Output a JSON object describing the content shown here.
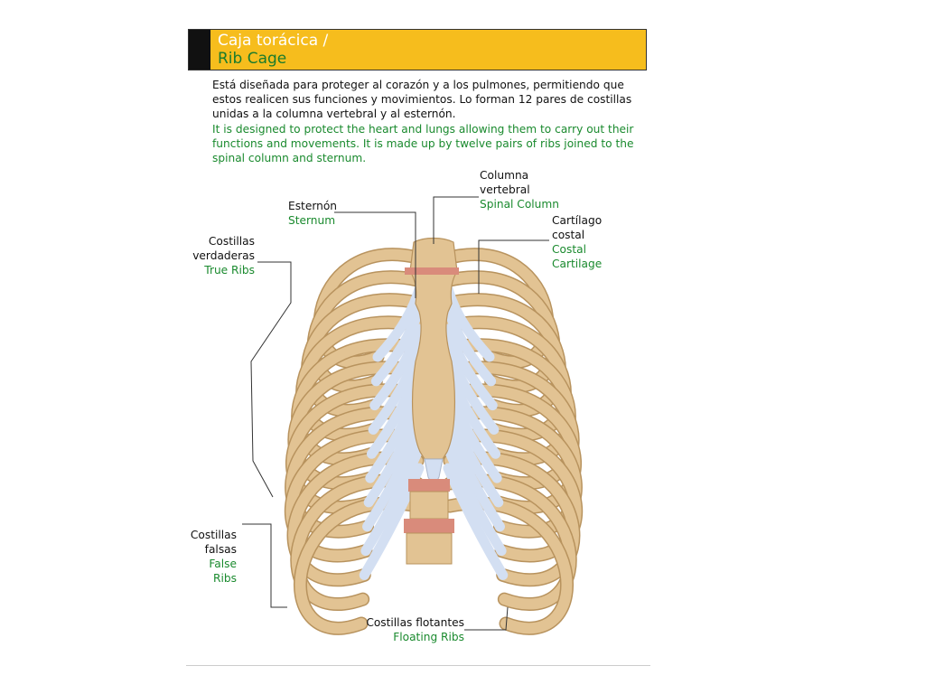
{
  "header": {
    "title_es": "Caja torácica /",
    "title_en": "Rib Cage"
  },
  "description": {
    "es": "Está diseñada para proteger al corazón y a los pulmones, permitiendo que estos realicen sus funciones y movimientos. Lo forman 12 pares de costillas unidas a la columna vertebral y al esternón.",
    "en": "It is designed to protect the heart and lungs allowing them to carry out their functions and movements. It is made up by twelve pairs of ribs joined to the spinal column and sternum."
  },
  "labels": {
    "sternum": {
      "es": "Esternón",
      "en": "Sternum"
    },
    "spinal_column": {
      "es_1": "Columna",
      "es_2": "vertebral",
      "en": "Spinal Column"
    },
    "costal_cartilage": {
      "es_1": "Cartílago",
      "es_2": "costal",
      "en_1": "Costal",
      "en_2": "Cartilage"
    },
    "true_ribs": {
      "es_1": "Costillas",
      "es_2": "verdaderas",
      "en": "True Ribs"
    },
    "false_ribs": {
      "es_1": "Costillas",
      "es_2": "falsas",
      "en_1": "False",
      "en_2": "Ribs"
    },
    "floating_ribs": {
      "es": "Costillas flotantes",
      "en": "Floating Ribs"
    }
  },
  "colors": {
    "bone": "#e2c393",
    "bone_edge": "#b8935e",
    "cartilage": "#d3dff2",
    "disc": "#d98b7b",
    "header_bg": "#f6bd1d",
    "english_text": "#1a8a2e"
  }
}
